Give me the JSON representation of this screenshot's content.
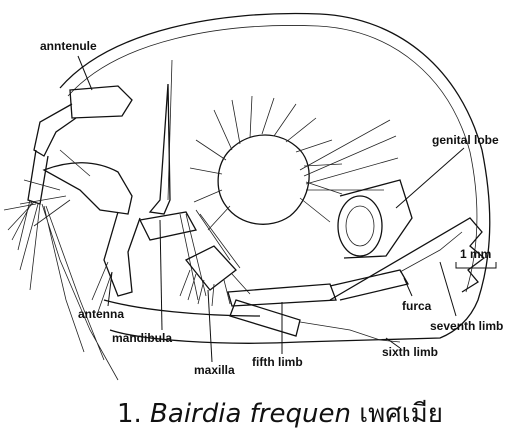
{
  "labels": {
    "anntenule": "anntenule",
    "genital_lobe": "genital lobe",
    "scale_bar": "1 mm",
    "antenna": "antenna",
    "mandibula": "mandibula",
    "maxilla": "maxilla",
    "fifth_limb": "fifth limb",
    "sixth_limb": "sixth limb",
    "furca": "furca",
    "seventh_limb": "seventh limb"
  },
  "caption": {
    "number": "1.",
    "species": "Bairdia frequen",
    "sex": "เพศเมีย"
  }
}
